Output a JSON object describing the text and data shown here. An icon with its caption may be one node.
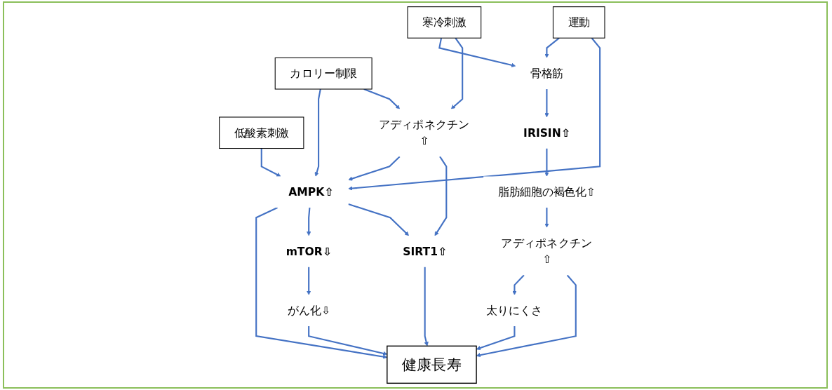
{
  "diagram": {
    "nodes": [
      {
        "text": [
          "カロリー制限"
        ]
      },
      {
        "text": [
          "運動"
        ]
      },
      {
        "text": [
          "寒冷刺激"
        ]
      },
      {
        "text": [
          "低酸素刺激"
        ]
      },
      {
        "text": [
          "アディポネクチン⇧"
        ]
      },
      {
        "text": [
          "骨格筋"
        ]
      },
      {
        "text": [
          "SIRT1⇧"
        ]
      },
      {
        "text": [
          "AMPK⇧"
        ]
      },
      {
        "text": [
          "mTOR⇩"
        ]
      },
      {
        "text": [
          "IRISIN⇧"
        ]
      },
      {
        "text": [
          "がん化⇩"
        ]
      },
      {
        "text": [
          "脂肪細胞の褐色化⇧"
        ]
      },
      {
        "text": [
          "健康長寿"
        ]
      },
      {
        "text": [
          "アディポネクチン⇧"
        ]
      },
      {
        "text": [
          "太りにくさ"
        ]
      }
    ],
    "edges": [
      {
        "from": 0,
        "to": 4,
        "arrow": "to"
      },
      {
        "from": 0,
        "to": 7,
        "arrow": "to"
      },
      {
        "from": 1,
        "to": 7,
        "arrow": "to"
      },
      {
        "from": 1,
        "to": 5,
        "arrow": "to"
      },
      {
        "from": 2,
        "to": 4,
        "arrow": "to"
      },
      {
        "from": 2,
        "to": 5,
        "arrow": "to"
      },
      {
        "from": 3,
        "to": 7,
        "arrow": "to"
      },
      {
        "from": 4,
        "to": 6,
        "arrow": "to"
      },
      {
        "from": 4,
        "to": 7,
        "arrow": "to"
      },
      {
        "from": 5,
        "to": 9,
        "arrow": "to"
      },
      {
        "from": 7,
        "to": 6,
        "arrow": "to"
      },
      {
        "from": 7,
        "to": 8,
        "arrow": "to"
      },
      {
        "from": 6,
        "to": 12,
        "arrow": "to"
      },
      {
        "from": 7,
        "to": 12,
        "arrow": "to"
      },
      {
        "from": 8,
        "to": 10,
        "arrow": "to"
      },
      {
        "from": 10,
        "to": 12,
        "arrow": "to"
      },
      {
        "from": 9,
        "to": 11,
        "arrow": "to"
      },
      {
        "from": 11,
        "to": 13,
        "arrow": "to"
      },
      {
        "from": 13,
        "to": 12,
        "arrow": "to"
      },
      {
        "from": 13,
        "to": 14,
        "arrow": "to"
      },
      {
        "from": 14,
        "to": 12,
        "arrow": "to"
      }
    ]
  }
}
